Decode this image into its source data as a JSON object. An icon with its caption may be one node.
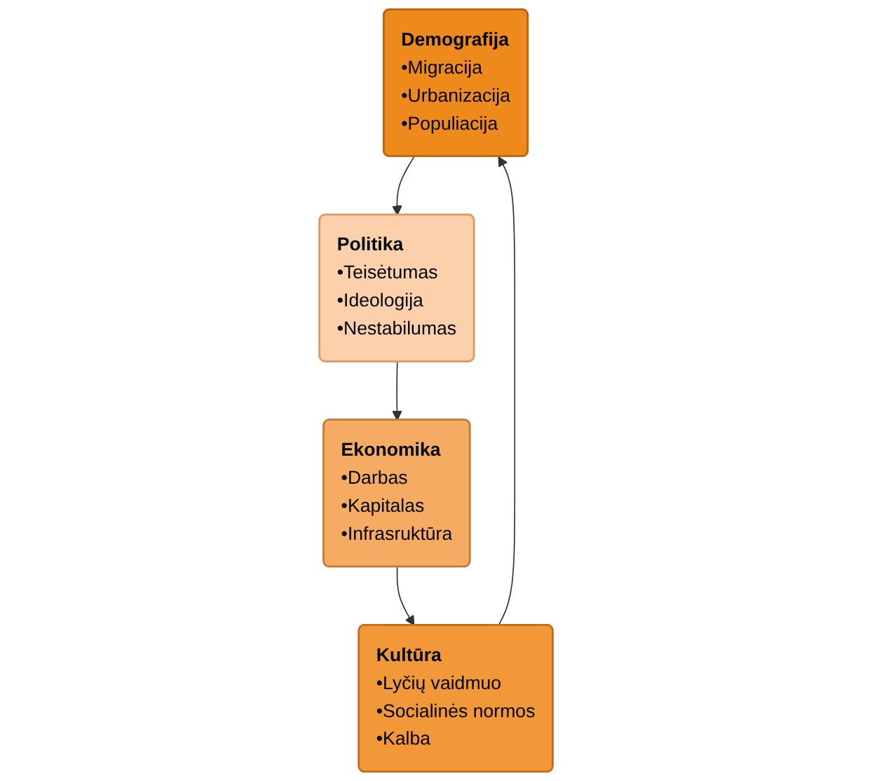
{
  "diagram": {
    "nodes": [
      {
        "text": [
          "Demografija",
          "•Migracija",
          "•Urbanizacija",
          "•Populiacija"
        ]
      },
      {
        "text": [
          "Politika",
          "•Teisėtumas",
          "•Ideologija",
          "•Nestabilumas"
        ]
      },
      {
        "text": [
          "Ekonomika",
          "•Darbas",
          "•Kapitalas",
          "•Infrasruktūra"
        ]
      },
      {
        "text": [
          "Kultūra",
          "•Lyčių vaidmuo",
          "•Socialinės normos",
          "•Kalba"
        ]
      }
    ],
    "edges": [
      {
        "from": 0,
        "to": 1,
        "arrow": "to"
      },
      {
        "from": 1,
        "to": 2,
        "arrow": "to"
      },
      {
        "from": 2,
        "to": 3,
        "arrow": "to"
      },
      {
        "from": 3,
        "to": 0,
        "arrow": "to"
      }
    ]
  }
}
